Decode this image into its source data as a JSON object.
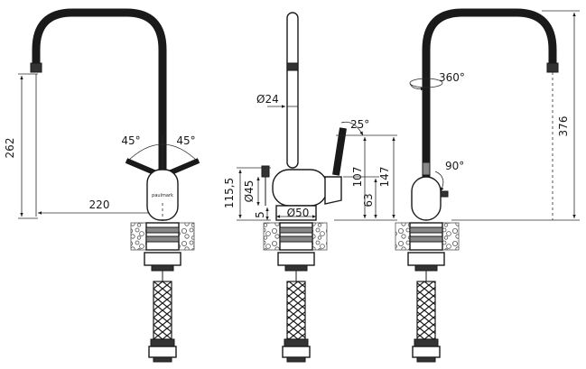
{
  "front_view": {
    "angle_left": "45°",
    "angle_right": "45°",
    "height_label": "262",
    "reach_label": "220",
    "brand_text": "paulmark"
  },
  "side_view": {
    "spout_diameter": "Ø24",
    "lever_angle": "25°",
    "body_diameter": "Ø45",
    "base_diameter": "Ø50",
    "height_115": "115,5",
    "height_107": "107",
    "height_147": "147",
    "height_63": "63",
    "base_height": "5"
  },
  "rear_view": {
    "rotation_angle": "360°",
    "lever_angle": "90°",
    "total_height": "376"
  }
}
